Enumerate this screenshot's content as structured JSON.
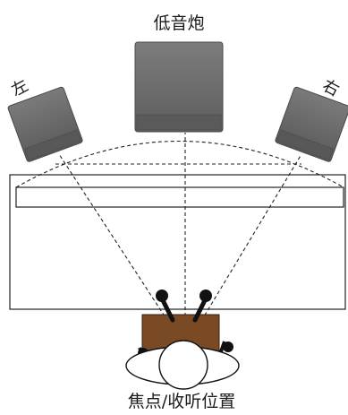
{
  "labels": {
    "subwoofer": "低音炮",
    "left": "左",
    "right": "右",
    "focal_point": "焦点/收听位置"
  },
  "colors": {
    "speaker_fill": "#6e6e6e",
    "speaker_edge": "#4d4d4d",
    "desk_fill": "#7a4a24",
    "line": "#222222"
  }
}
